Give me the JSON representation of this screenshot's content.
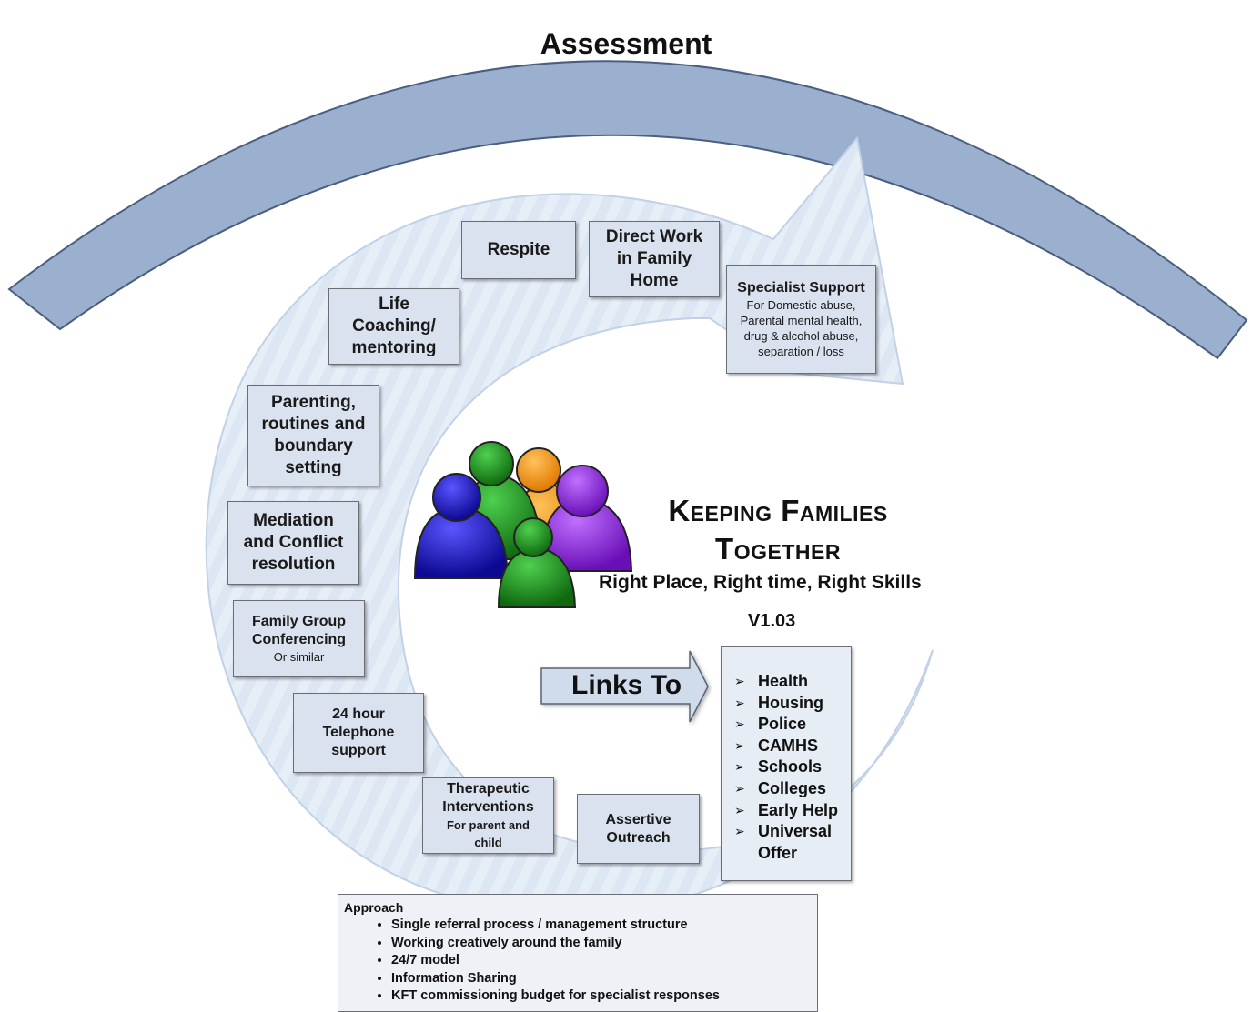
{
  "header": {
    "title": "Assessment"
  },
  "center": {
    "title_line1": "Keeping Families",
    "title_line2": "Together",
    "tagline": "Right Place, Right time, Right Skills",
    "version": "V1.03"
  },
  "services": {
    "respite": {
      "title": "Respite"
    },
    "direct_work": {
      "title": "Direct Work in Family Home"
    },
    "specialist_support": {
      "title": "Specialist Support",
      "subtitle": "For Domestic abuse, Parental mental health, drug & alcohol abuse, separation / loss"
    },
    "life_coaching": {
      "title": "Life Coaching/ mentoring"
    },
    "parenting": {
      "title": "Parenting, routines and boundary setting"
    },
    "mediation": {
      "title": "Mediation and Conflict resolution"
    },
    "family_group": {
      "title": "Family Group Conferencing",
      "subtitle": "Or similar"
    },
    "telephone": {
      "title": "24 hour Telephone support"
    },
    "therapeutic": {
      "title": "Therapeutic Interventions",
      "subtitle": "For parent and child"
    },
    "assertive": {
      "title": "Assertive Outreach"
    }
  },
  "links": {
    "label": "Links To",
    "items": [
      "Health",
      "Housing",
      "Police",
      "CAMHS",
      "Schools",
      "Colleges",
      "Early Help",
      "Universal Offer"
    ]
  },
  "approach": {
    "heading": "Approach",
    "items": [
      "Single referral process / management structure",
      "Working creatively around the family",
      "24/7 model",
      "Information Sharing",
      "KFT commissioning budget for specialist responses"
    ]
  },
  "colors": {
    "assessment_band": "#9bb0cf",
    "cycle_arrow": "#dbe6f4",
    "box_fill": "#d9e2ee",
    "person_blue": "#1a14b8",
    "person_green": "#1f8c1f",
    "person_orange": "#ff9a0a",
    "person_purple": "#8a1fd6"
  }
}
